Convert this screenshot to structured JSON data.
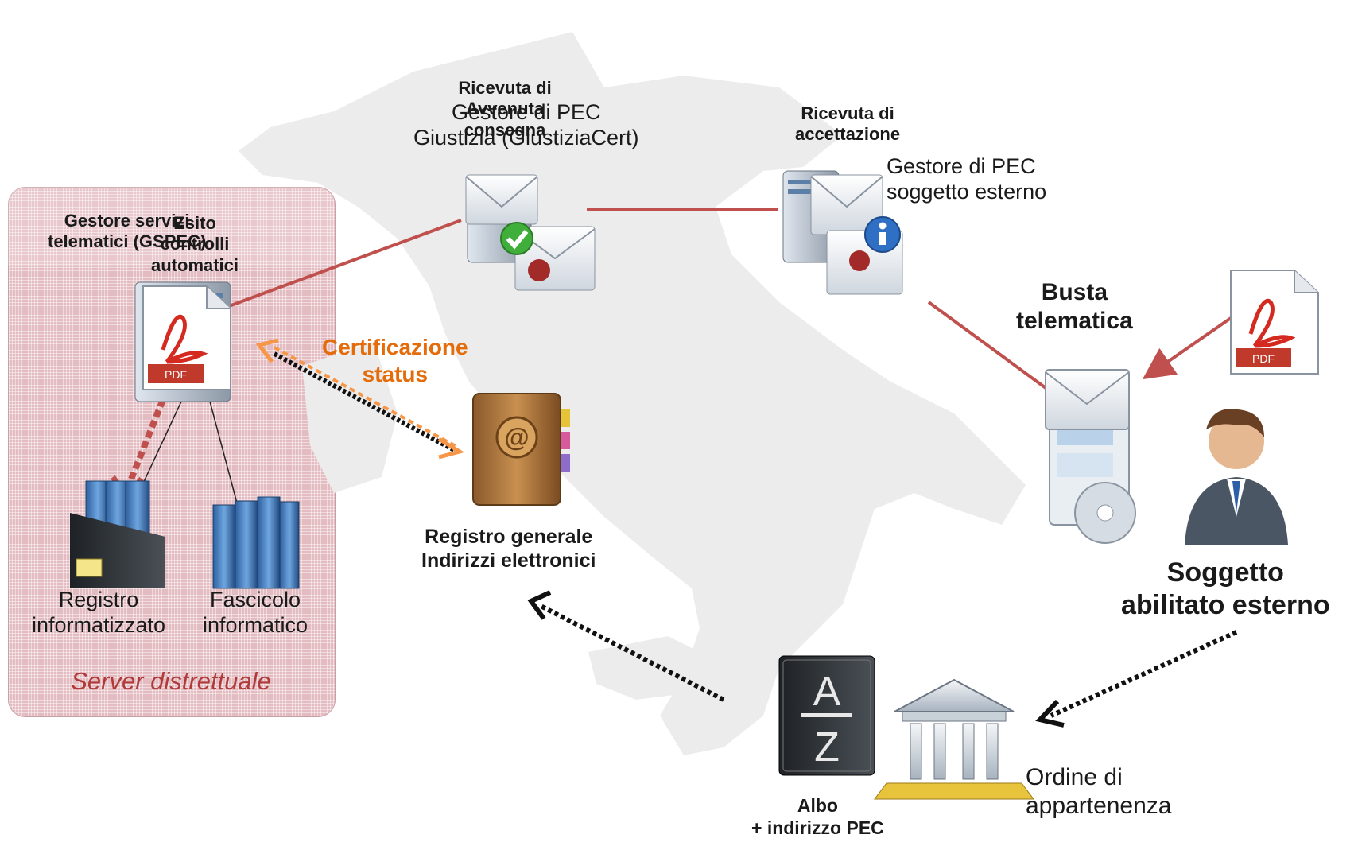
{
  "labels": {
    "ricevuta_consegna": "Ricevuta di Avvenuta consegna",
    "gestore_giustizia_line1": "Gestore di PEC",
    "gestore_giustizia_line2": "Giustizia (GiustiziaCert)",
    "ricevuta_accettazione_line1": "Ricevuta di",
    "ricevuta_accettazione_line2": "accettazione",
    "gestore_esterno_line1": "Gestore di PEC",
    "gestore_esterno_line2": "soggetto esterno",
    "gestore_servizi_line1": "Gestore servizi",
    "gestore_servizi_line2": "telematici (GSPEC)",
    "esito_controlli_line1": "Esito",
    "esito_controlli_line2": "controlli",
    "esito_controlli_line3": "automatici",
    "certificazione_line1": "Certificazione",
    "certificazione_line2": "status",
    "busta_line1": "Busta",
    "busta_line2": "telematica",
    "registro_generale_line1": "Registro generale",
    "registro_generale_line2": "Indirizzi elettronici",
    "soggetto_line1": "Soggetto",
    "soggetto_line2": "abilitato esterno",
    "registro_inf_line1": "Registro",
    "registro_inf_line2": "informatizzato",
    "fascicolo_line1": "Fascicolo",
    "fascicolo_line2": "informatico",
    "server_distrettuale": "Server distrettuale",
    "albo_line1": "Albo",
    "albo_line2": "+ indirizzo PEC",
    "ordine_line1": "Ordine di",
    "ordine_line2": "appartenenza",
    "pdf_tag": "PDF",
    "az_a": "A",
    "az_z": "Z"
  },
  "colors": {
    "connector_red": "#c0504d",
    "certificazione_orange": "#e46c0a",
    "server_box": "#e3bcc1",
    "server_label": "#b03a3a",
    "map_gray": "#ececec"
  },
  "icons": [
    "pec-server-check-icon",
    "pec-server-info-icon",
    "pdf-document-icon",
    "address-book-icon",
    "telematic-envelope-icon",
    "person-icon",
    "binder-icon",
    "books-icon",
    "az-book-icon",
    "institution-building-icon"
  ]
}
